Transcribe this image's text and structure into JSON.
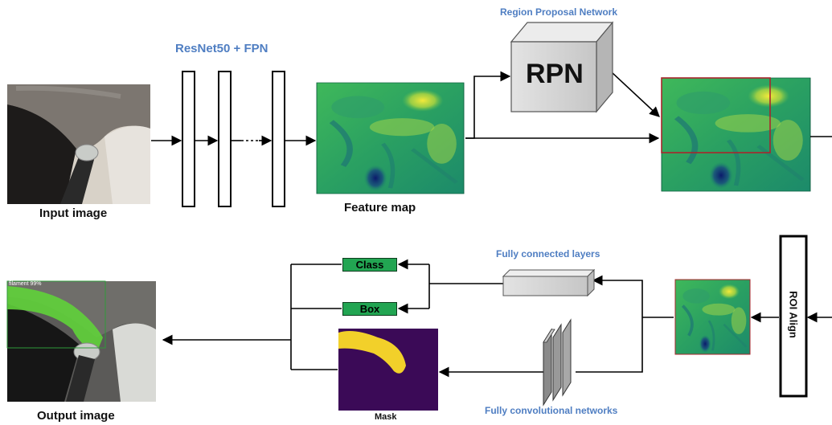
{
  "labels": {
    "input_image": "Input image",
    "backbone": "ResNet50 + FPN",
    "feature_map": "Feature map",
    "rpn_title": "Region Proposal Network",
    "rpn": "RPN",
    "roi_align": "ROI Align",
    "fc_layers": "Fully connected layers",
    "fcn": "Fully convolutional networks",
    "class": "Class",
    "box": "Box",
    "mask": "Mask",
    "output_image": "Output image",
    "output_overlay": "filament 99%"
  },
  "colors": {
    "backbone_label": "#4f7ec2",
    "head_label": "#4f7ec2",
    "tag_fill": "#22a552",
    "rpn_box": "#d4d4d4",
    "proposal_box": "#a8262c",
    "mask_bg": "#3b0a57",
    "mask_fg": "#f2d02a",
    "output_mask": "#5fd13a"
  }
}
